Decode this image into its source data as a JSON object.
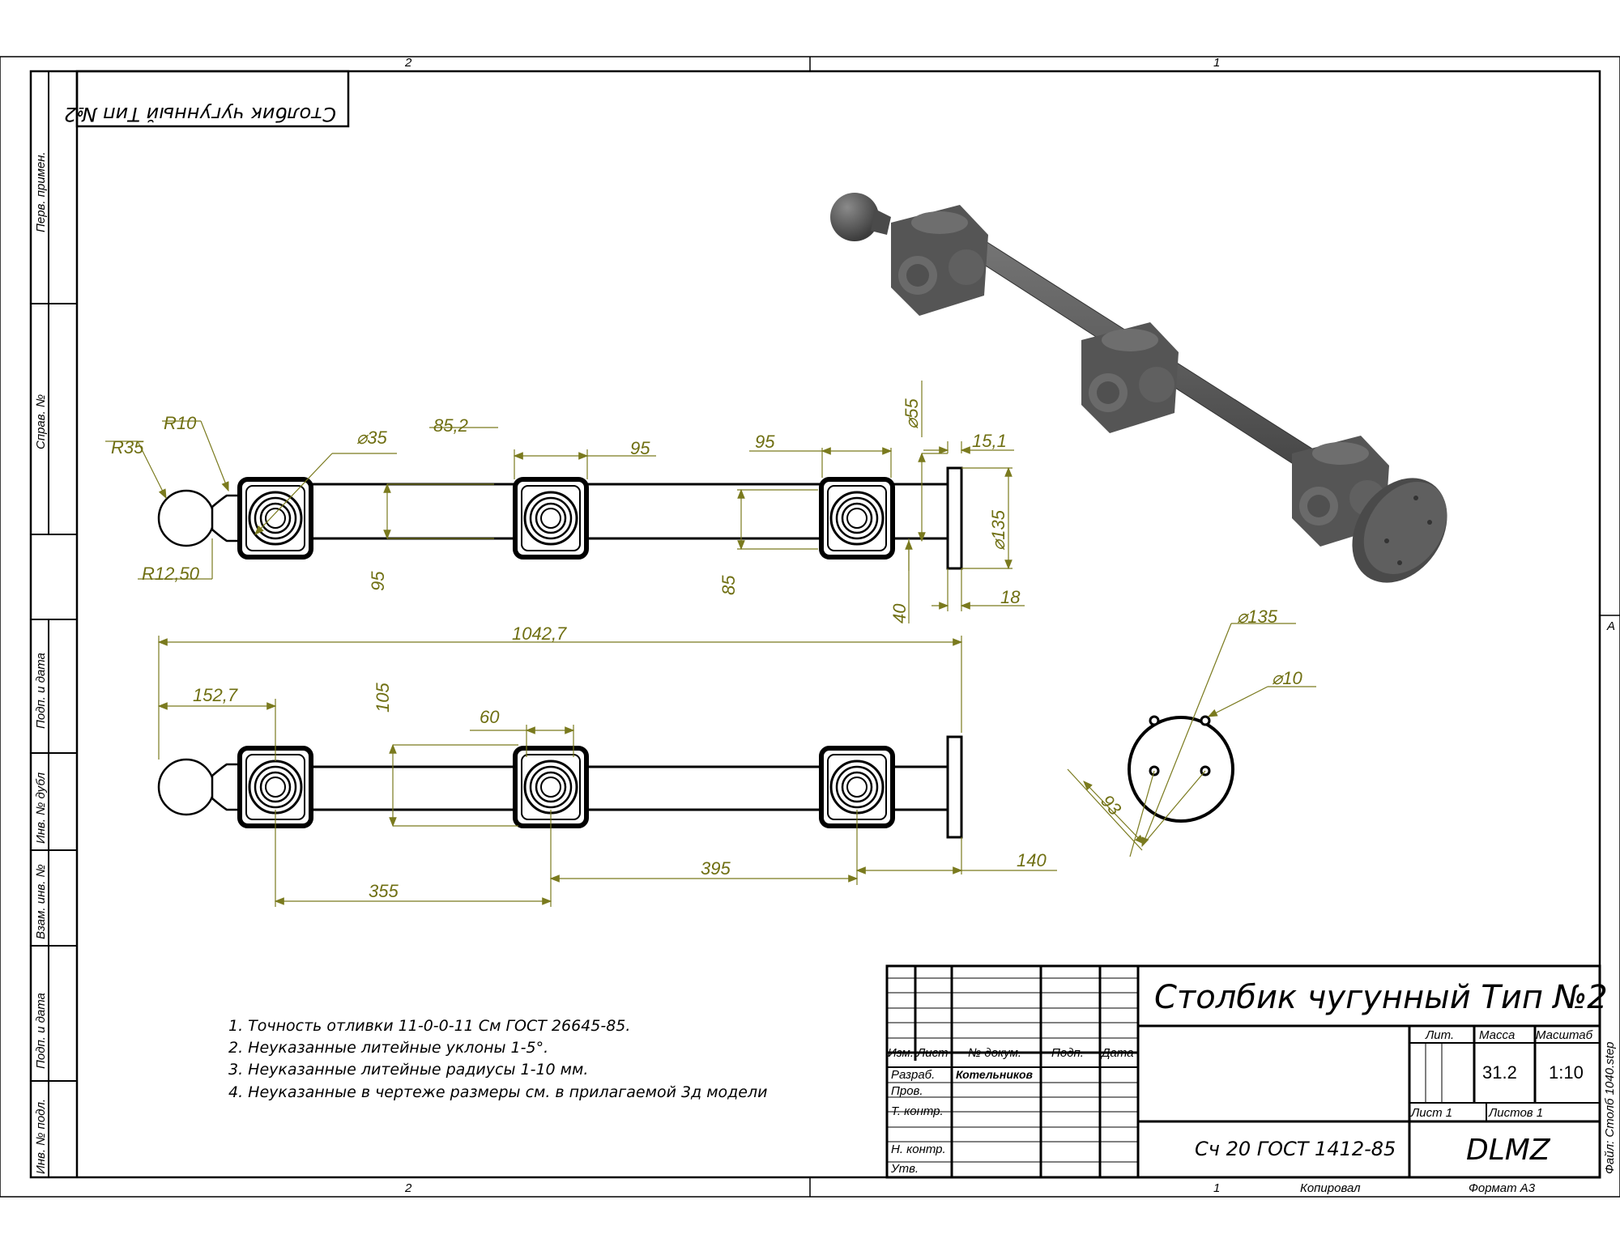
{
  "sheet": {
    "zone_top_left": "2",
    "zone_top_right": "1",
    "zone_bottom_left": "2",
    "zone_bottom_right": "1",
    "zone_side": "A",
    "mirrored_title": "Столбик чугунный Тип №2",
    "copied_label": "Копировал",
    "format_label": "Формат А3",
    "file_label": "Файл: Столб 1040.step"
  },
  "side_stamps": [
    "Перв. примен.",
    "Справ. №",
    "Подп. и дата",
    "Инв. № дубл",
    "Взам. инв. №",
    "Подп. и дата",
    "Инв. № подл."
  ],
  "dimensions": {
    "r10": "R10",
    "r35": "R35",
    "r12_50": "R12,50",
    "d35": "⌀35",
    "d85_2": "85,2",
    "d95_top": "95",
    "d95_mid": "95",
    "d55": "⌀55",
    "d15_1": "15,1",
    "d135_side": "⌀135",
    "d95_vert": "95",
    "d85_vert": "85",
    "d40": "40",
    "d18": "18",
    "d1042_7": "1042,7",
    "d152_7": "152,7",
    "d105": "105",
    "d60": "60",
    "d355": "355",
    "d395": "395",
    "d140": "140",
    "d135_flange": "⌀135",
    "d10_holes": "⌀10",
    "d93": "93"
  },
  "notes": [
    "1. Точность отливки 11-0-0-11 См ГОСТ 26645-85.",
    "2. Неуказанные литейные уклоны 1-5°.",
    "3. Неуказанные литейные радиусы 1-10 мм.",
    "4. Неуказанные в чертеже размеры см. в прилагаемой 3д модели"
  ],
  "title_block": {
    "title": "Столбик чугунный Тип №2",
    "col_izm": "Изм.",
    "col_list": "Лист",
    "col_doc": "№ докум.",
    "col_sign": "Подп.",
    "col_date": "Дата",
    "row_razrab": "Разраб.",
    "developer": "Котельников",
    "row_prov": "Пров.",
    "row_tkontr": "Т. контр.",
    "row_nkontr": "Н. контр.",
    "row_utv": "Утв.",
    "lit_label": "Лит.",
    "mass_label": "Масса",
    "scale_label": "Масштаб",
    "mass": "31.2",
    "scale": "1:10",
    "sheet_label": "Лист 1",
    "sheets_label": "Листов 1",
    "material": "Сч 20 ГОСТ 1412-85",
    "company": "DLMZ"
  },
  "colors": {
    "dimension": "#7a7a1e",
    "model_body": "#5a5a5a",
    "line": "#000000"
  }
}
